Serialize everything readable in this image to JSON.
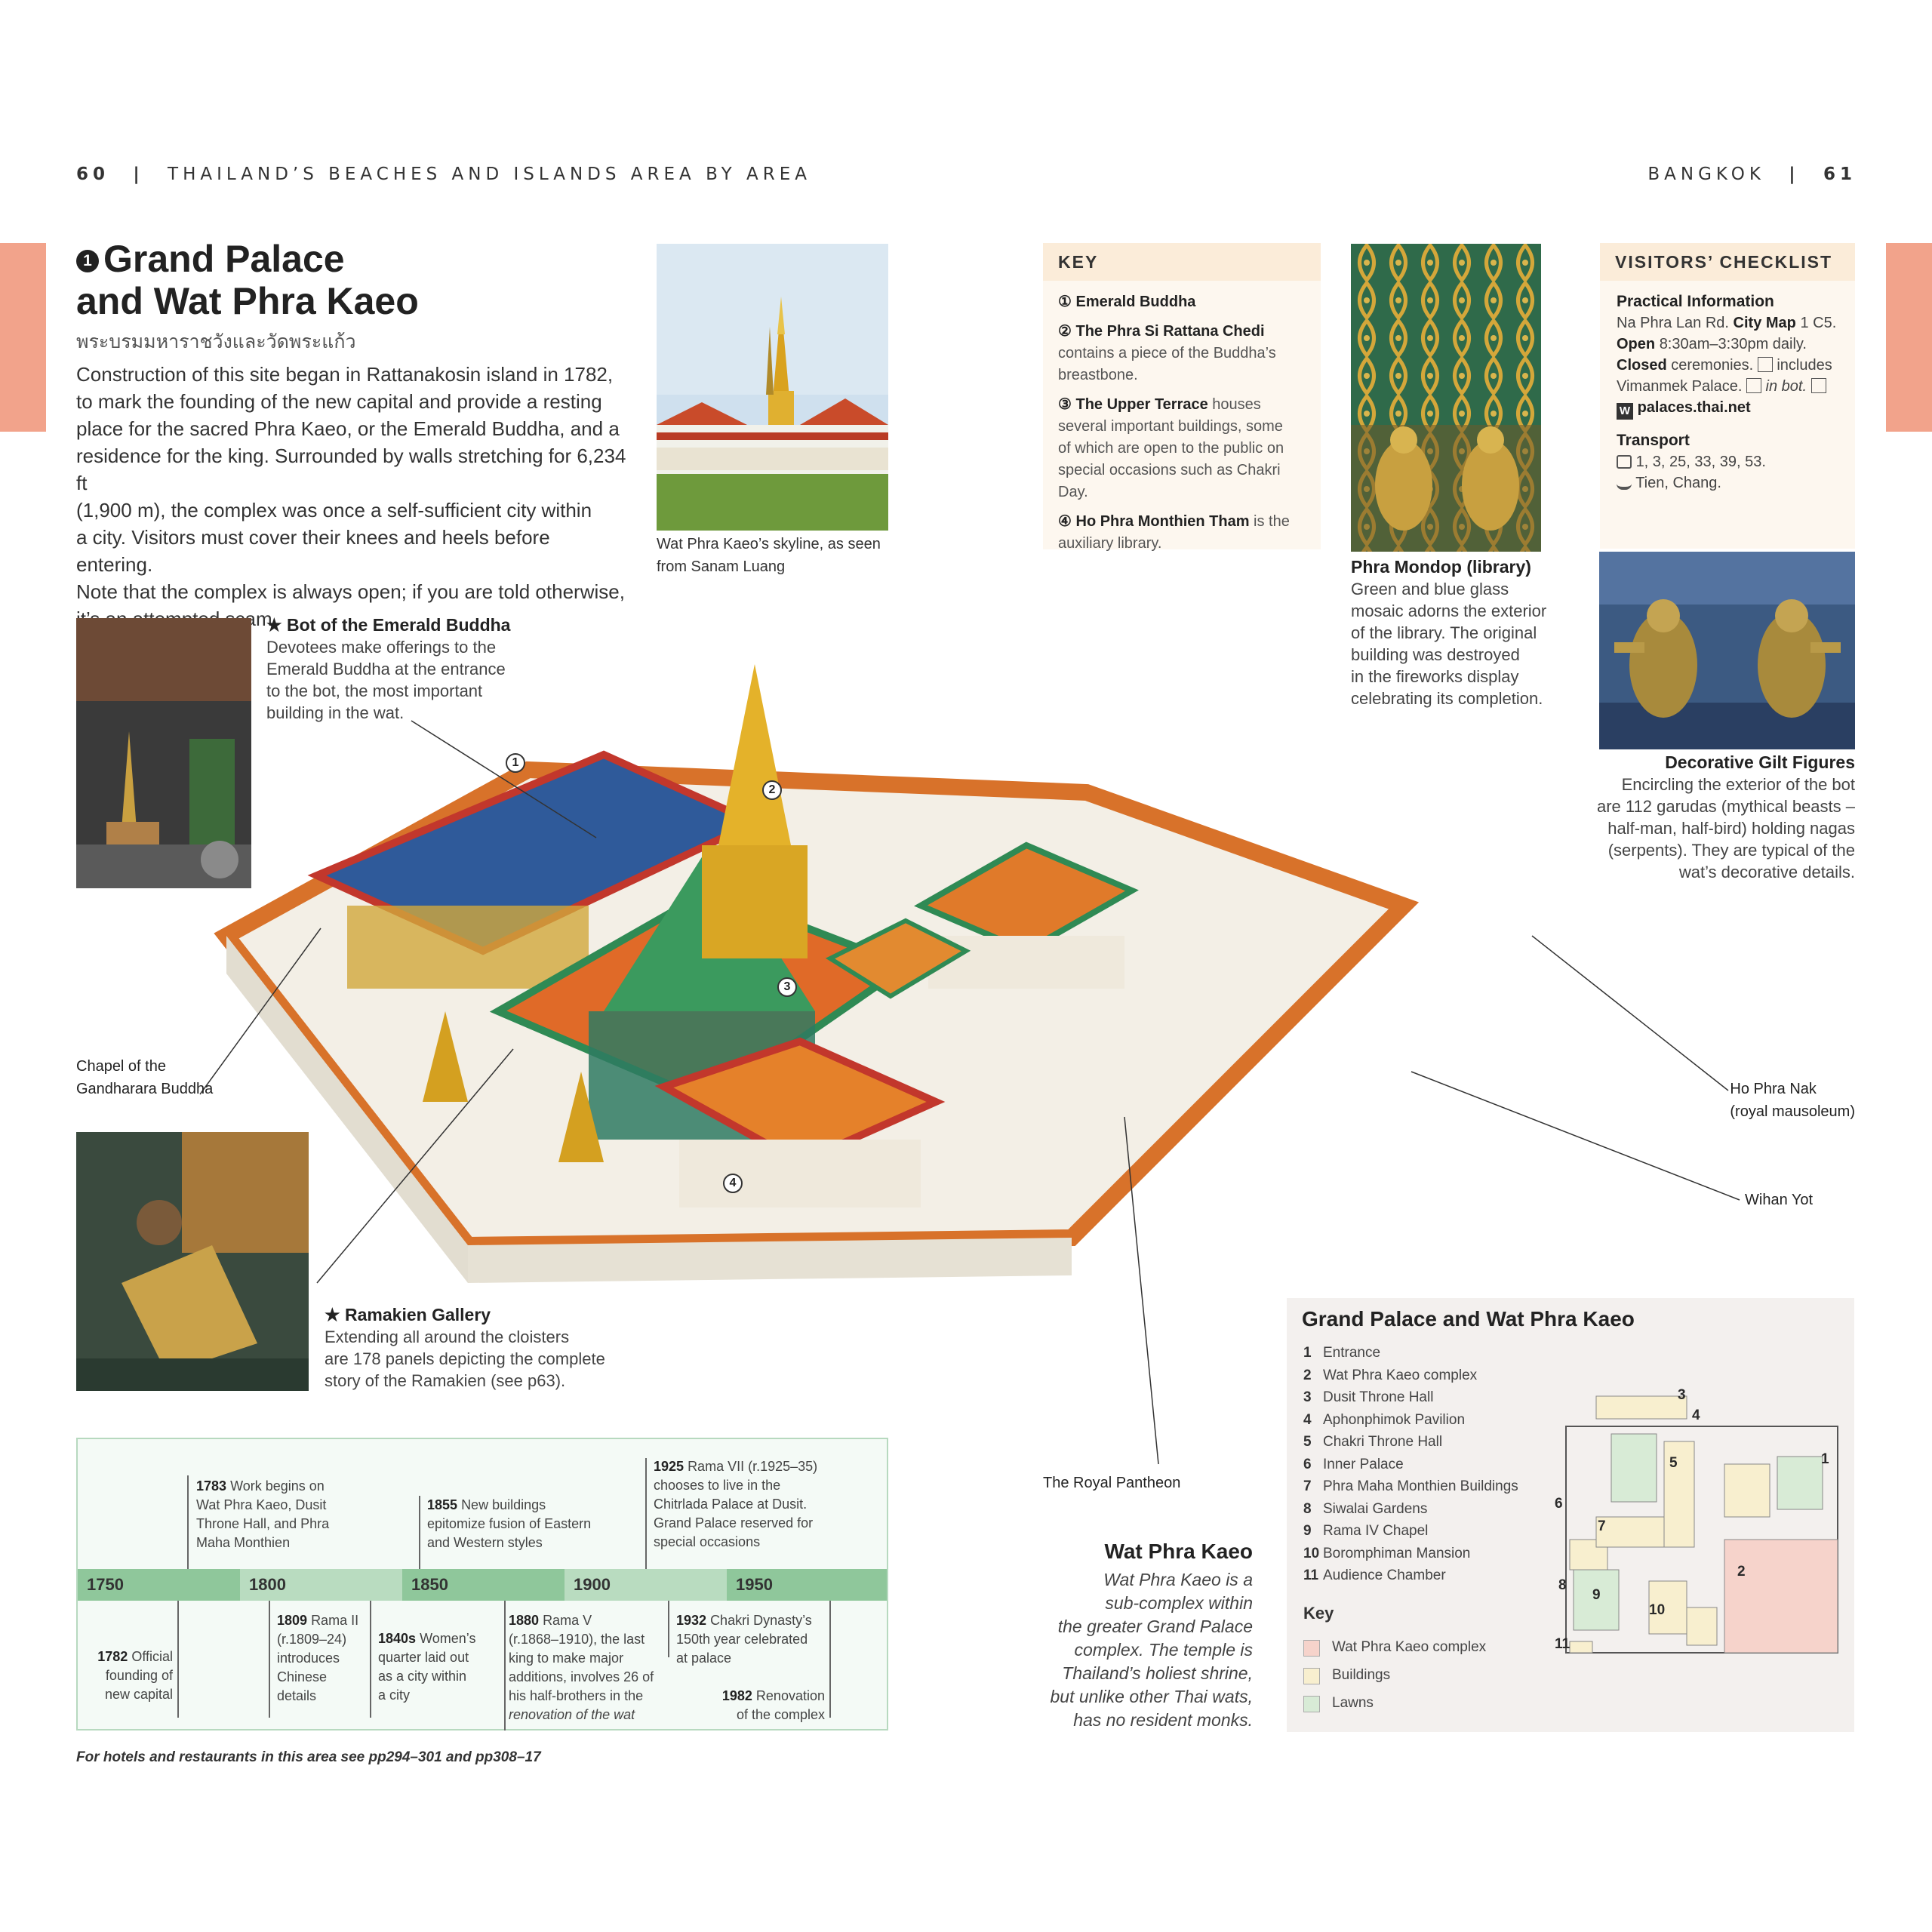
{
  "header": {
    "left_page_num": "60",
    "left_title": "THAILAND’S BEACHES AND ISLANDS AREA BY AREA",
    "right_title": "BANGKOK",
    "right_page_num": "61"
  },
  "article": {
    "number": "1",
    "title_line1": "Grand Palace",
    "title_line2": "and Wat Phra Kaeo",
    "thai_name": "พระบรมมหาราชวังและวัดพระแก้ว",
    "intro": [
      "Construction of this site began in Rattanakosin island in 1782,",
      "to mark the founding of the new capital and provide a resting",
      "place for the sacred Phra Kaeo, or the Emerald Buddha, and a",
      "residence for the king. Surrounded by walls stretching for 6,234 ft",
      "(1,900 m), the complex was once a self-sufficient city within",
      "a city. Visitors must cover their knees and heels before entering.",
      "Note that the complex is always open; if you are told otherwise,",
      "it’s an attempted scam."
    ],
    "skyline_caption": [
      "Wat Phra Kaeo’s skyline, as seen",
      "from Sanam Luang"
    ]
  },
  "key_box": {
    "heading": "KEY",
    "items": [
      {
        "num": "1",
        "title": "Emerald Buddha",
        "lines": []
      },
      {
        "num": "2",
        "title": "The Phra Si Rattana Chedi",
        "lines": [
          "contains a piece of the Buddha’s",
          "breastbone."
        ]
      },
      {
        "num": "3",
        "title": "The Upper Terrace",
        "after": " houses",
        "lines": [
          "several important buildings, some",
          "of which are open to the public on",
          "special occasions such as Chakri Day."
        ]
      },
      {
        "num": "4",
        "title": "Ho Phra Monthien Tham",
        "after": " is the",
        "lines": [
          "auxiliary library."
        ]
      }
    ]
  },
  "checklist": {
    "heading": "VISITORS’ CHECKLIST",
    "practical_heading": "Practical Information",
    "address": "Na Phra Lan Rd.",
    "city_map_label": "City Map",
    "city_map_ref": "1 C5.",
    "open_label": "Open",
    "open_hours": "8:30am–3:30pm daily.",
    "closed_label": "Closed",
    "closed_text": "ceremonies.",
    "includes_text": "includes",
    "vimanmek": "Vimanmek Palace.",
    "in_bot": "in bot.",
    "website": "palaces.thai.net",
    "transport_heading": "Transport",
    "bus_routes": "1, 3, 25, 33, 39, 53.",
    "boat_piers": "Tien, Chang."
  },
  "mondop": {
    "title": "Phra Mondop (library)",
    "lines": [
      "Green and blue glass",
      "mosaic adorns the exterior",
      "of the library. The original",
      "building was destroyed",
      "in the fireworks display",
      "celebrating its completion."
    ]
  },
  "gilt": {
    "title": "Decorative Gilt Figures",
    "lines": [
      "Encircling the exterior of the bot",
      "are 112 garudas (mythical beasts –",
      "half-man, half-bird) holding nagas",
      "(serpents). They are typical of the",
      "wat’s decorative details."
    ]
  },
  "bot": {
    "title": "Bot of the Emerald Buddha",
    "lines": [
      "Devotees make offerings to the",
      "Emerald Buddha at the entrance",
      "to the bot, the most important",
      "building in the wat."
    ]
  },
  "ramakien": {
    "title": "Ramakien Gallery",
    "lines": [
      "Extending all around the cloisters",
      "are 178 panels depicting the complete",
      "story of the Ramakien (see p63)."
    ]
  },
  "labels": {
    "chapel": [
      "Chapel of the",
      "Gandharara Buddha"
    ],
    "ho_phra_nak": [
      "Ho Phra Nak",
      "(royal mausoleum)"
    ],
    "wihan_yot": "Wihan Yot",
    "royal_pantheon": "The Royal Pantheon",
    "marker_1": "1",
    "marker_2": "2",
    "marker_3": "3",
    "marker_4": "4"
  },
  "timeline": {
    "decades": [
      "1750",
      "1800",
      "1850",
      "1900",
      "1950"
    ],
    "above": [
      {
        "year": "1783",
        "lines": [
          "Work begins on",
          "Wat Phra Kaeo, Dusit",
          "Throne Hall, and Phra",
          "Maha Monthien"
        ]
      },
      {
        "year": "1855",
        "lines": [
          "New buildings",
          "epitomize fusion of Eastern",
          "and Western styles"
        ]
      },
      {
        "year": "1925",
        "lines": [
          "Rama VII (r.1925–35)",
          "chooses to live in the",
          "Chitrlada Palace at Dusit.",
          "Grand Palace reserved for",
          "special occasions"
        ]
      }
    ],
    "below": [
      {
        "year": "1782",
        "lines": [
          "Official",
          "founding of",
          "new capital"
        ]
      },
      {
        "year": "1809",
        "lines": [
          "Rama II",
          "(r.1809–24)",
          "introduces",
          "Chinese",
          "details"
        ]
      },
      {
        "year": "1840s",
        "lines": [
          "Women’s",
          "quarter laid out",
          "as a city within",
          "a city"
        ]
      },
      {
        "year": "1880",
        "lines": [
          "Rama V",
          "(r.1868–1910), the last",
          "king to make major",
          "additions, involves 26 of",
          "his half-brothers in the",
          "renovation of the wat"
        ]
      },
      {
        "year": "1932",
        "lines": [
          "Chakri Dynasty’s",
          "150th year celebrated",
          "at palace"
        ]
      },
      {
        "year": "1982",
        "lines": [
          "Renovation",
          "of the complex"
        ]
      }
    ]
  },
  "wat_phra_kaeo": {
    "title": "Wat Phra Kaeo",
    "lines": [
      "Wat Phra Kaeo is a",
      "sub-complex within",
      "the greater Grand Palace",
      "complex. The temple is",
      "Thailand’s holiest shrine,",
      "but unlike other Thai wats,",
      "has no resident monks."
    ]
  },
  "map": {
    "title": "Grand Palace and Wat Phra Kaeo",
    "items": [
      {
        "n": "1",
        "label": "Entrance"
      },
      {
        "n": "2",
        "label": "Wat Phra Kaeo complex"
      },
      {
        "n": "3",
        "label": "Dusit Throne Hall"
      },
      {
        "n": "4",
        "label": "Aphonphimok Pavilion"
      },
      {
        "n": "5",
        "label": "Chakri Throne Hall"
      },
      {
        "n": "6",
        "label": "Inner Palace"
      },
      {
        "n": "7",
        "label": "Phra Maha Monthien Buildings"
      },
      {
        "n": "8",
        "label": "Siwalai Gardens"
      },
      {
        "n": "9",
        "label": "Rama IV Chapel"
      },
      {
        "n": "10",
        "label": "Boromphiman Mansion"
      },
      {
        "n": "11",
        "label": "Audience Chamber"
      }
    ],
    "key_heading": "Key",
    "key": [
      {
        "label": "Wat Phra Kaeo complex",
        "color": "#f6d3cb"
      },
      {
        "label": "Buildings",
        "color": "#f8efcf"
      },
      {
        "label": "Lawns",
        "color": "#d8ebd6"
      }
    ],
    "plan_numbers": [
      "1",
      "2",
      "3",
      "4",
      "5",
      "6",
      "7",
      "8",
      "9",
      "10",
      "11"
    ]
  },
  "footer": "For hotels and restaurants in this area see pp294–301 and pp308–17"
}
